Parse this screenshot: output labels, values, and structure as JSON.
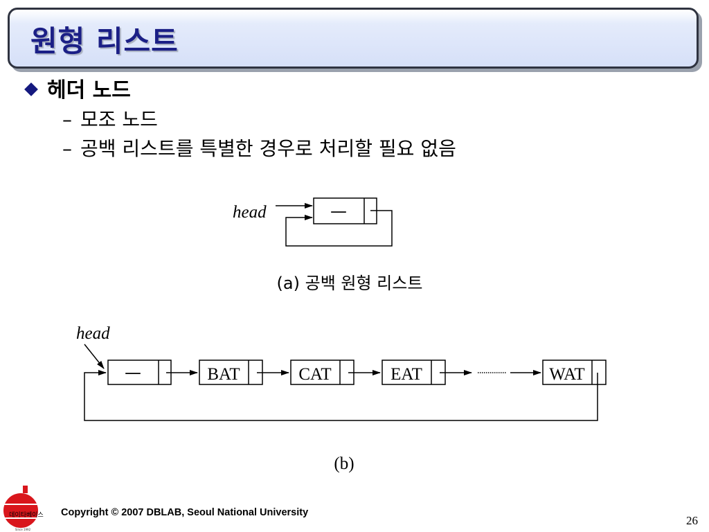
{
  "slide": {
    "title": "원형 리스트",
    "bullet": "헤더 노드",
    "sub_bullets": [
      "모조 노드",
      "공백 리스트를 특별한 경우로 처리할 필요 없음"
    ],
    "dash": "–",
    "page_number": "26"
  },
  "footer": {
    "copyright": "Copyright © 2007 DBLAB, Seoul National University",
    "logo_text": "데이타베이스",
    "logo_since": "Since 1992"
  },
  "diagram_a": {
    "head_label": "head",
    "header_node_data": "—",
    "caption": "(a) 공백 원형 리스트"
  },
  "diagram_b": {
    "head_label": "head",
    "header_node_data": "—",
    "nodes": [
      "BAT",
      "CAT",
      "EAT",
      "WAT"
    ],
    "caption": "(b)"
  },
  "colors": {
    "title_text": "#1b1f86",
    "bullet_diamond": "#15197f",
    "logo_red": "#d9161c"
  }
}
